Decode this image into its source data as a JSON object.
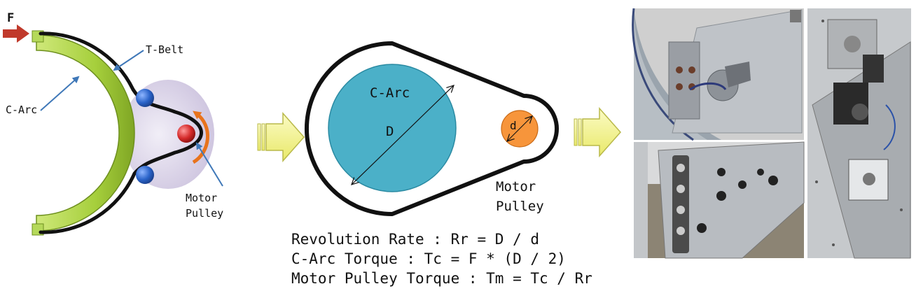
{
  "left_diagram": {
    "force_label": "F",
    "belt_label": "T-Belt",
    "arc_label": "C-Arc",
    "pulley_label_line1": "Motor",
    "pulley_label_line2": "Pulley"
  },
  "middle_diagram": {
    "arc_label": "C-Arc",
    "large_diameter_label": "D",
    "small_diameter_label": "d",
    "pulley_label_line1": "Motor",
    "pulley_label_line2": "Pulley"
  },
  "equations": {
    "revolution_rate": "Revolution Rate : Rr = D / d",
    "arc_torque": "C-Arc Torque : Tc = F * (D / 2)",
    "pulley_torque": "Motor Pulley Torque : Tm = Tc / Rr"
  },
  "colors": {
    "arc_green": "#a6cf3c",
    "large_pulley": "#4bb0c8",
    "small_pulley": "#f7953b",
    "force_arrow": "#c0392b",
    "flow_arrow": "#f5f58a",
    "roller_blue": "#2a63c9",
    "roller_red": "#d42a2a",
    "housing": "#ddd6ea"
  }
}
